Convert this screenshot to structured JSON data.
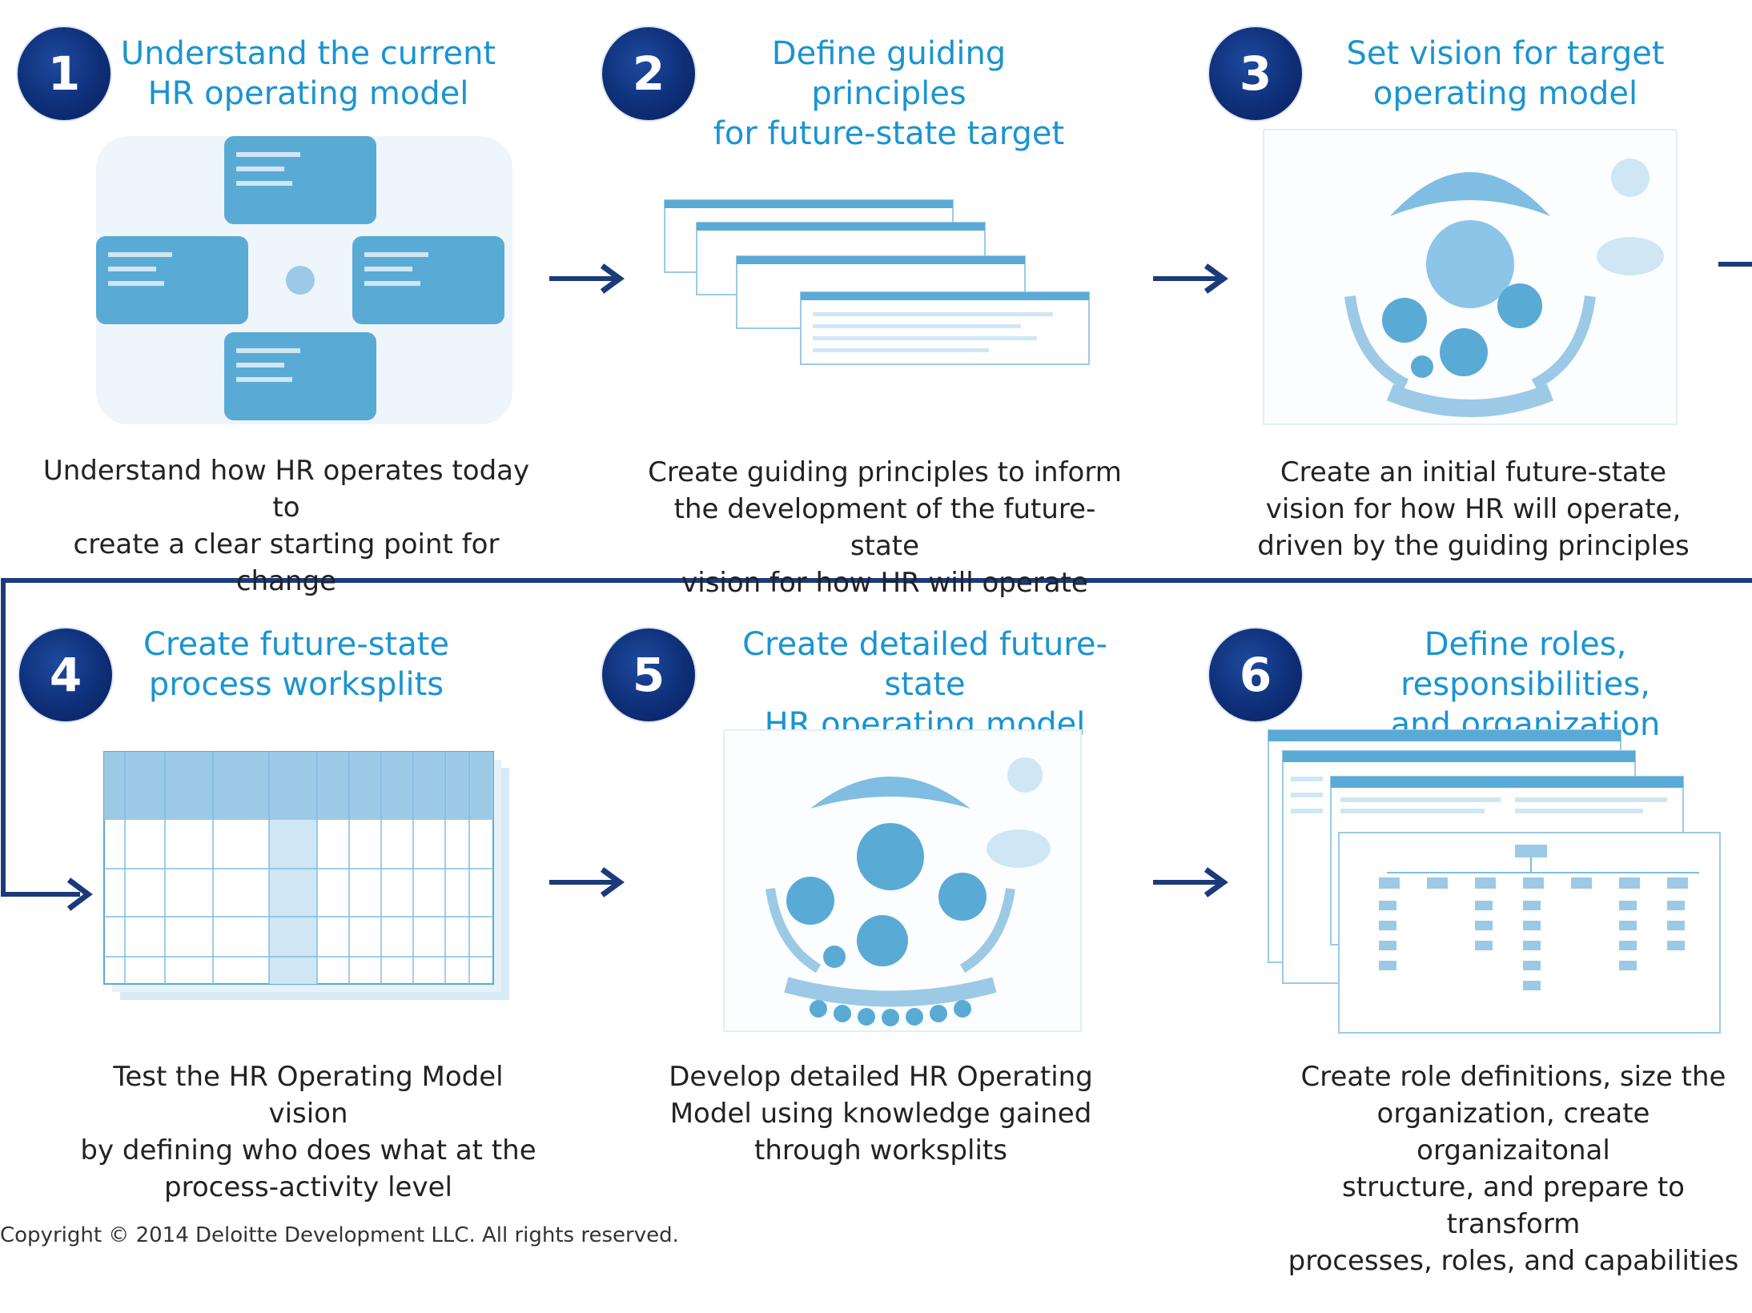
{
  "steps": [
    {
      "number": "1",
      "title_line1": "Understand the current",
      "title_line2": "HR operating model",
      "desc_line1": "Understand how HR operates today to",
      "desc_line2": "create a clear starting point for change",
      "desc_line3": ""
    },
    {
      "number": "2",
      "title_line1": "Define guiding principles",
      "title_line2": "for future-state target",
      "desc_line1": "Create guiding principles to inform",
      "desc_line2": "the development of the future-state",
      "desc_line3": "vision for how HR will operate"
    },
    {
      "number": "3",
      "title_line1": "Set vision for target",
      "title_line2": "operating model",
      "desc_line1": "Create an initial future-state",
      "desc_line2": "vision for how HR will operate,",
      "desc_line3": "driven by the guiding principles"
    },
    {
      "number": "4",
      "title_line1": "Create future-state",
      "title_line2": "process worksplits",
      "desc_line1": "Test the HR Operating Model vision",
      "desc_line2": "by defining who does what at the",
      "desc_line3": "process-activity level"
    },
    {
      "number": "5",
      "title_line1": "Create detailed future-state",
      "title_line2": "HR operating model",
      "desc_line1": "Develop detailed HR Operating",
      "desc_line2": "Model using knowledge gained",
      "desc_line3": "through worksplits"
    },
    {
      "number": "6",
      "title_line1": "Define roles, responsibilities,",
      "title_line2": "and organization",
      "desc_line1": "Create role definitions, size the",
      "desc_line2": "organization, create organizaitonal",
      "desc_line3": "structure, and prepare to transform",
      "desc_line4": "processes, roles, and capabilities"
    }
  ],
  "colors": {
    "badge": "#0e2f78",
    "title": "#1a94d1",
    "arrow": "#1b3a7a",
    "thumb": "#5aaad6"
  },
  "footer": {
    "copyright": "Copyright © 2014 Deloitte Development LLC. All rights reserved."
  }
}
